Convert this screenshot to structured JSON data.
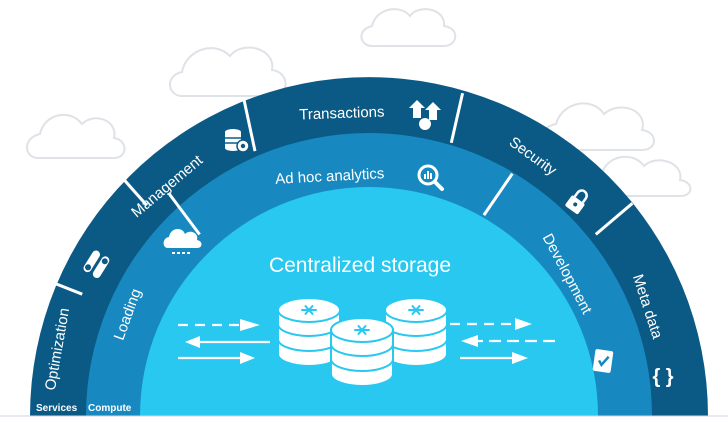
{
  "center": {
    "title": "Centralized storage",
    "disk_count": 3
  },
  "inner_ring": {
    "left": "Loading",
    "middle": "Ad hoc analytics",
    "right": "Development"
  },
  "outer_ring": {
    "segment_1": "Optimization",
    "segment_2": "Management",
    "segment_3": "Transactions",
    "segment_4": "Security",
    "segment_5": "Meta data"
  },
  "base_labels": {
    "outer": "Services",
    "inner": "Compute"
  },
  "colors": {
    "outer_ring": "#0b5a86",
    "inner_ring": "#1789c0",
    "core": "#29c8f0",
    "arrows": "#ffffff",
    "clouds": "#dfe2e6"
  },
  "icons": {
    "optimization": "toggle-switches-icon",
    "management": "database-gear-icon",
    "transactions": "exchange-arrows-icon",
    "security": "lock-icon",
    "meta_data": "curly-braces-icon",
    "loading": "cloud-upload-icon",
    "ad_hoc_analytics": "magnifier-chart-icon",
    "development": "checklist-icon",
    "storage": "snowflake-database-icon"
  }
}
